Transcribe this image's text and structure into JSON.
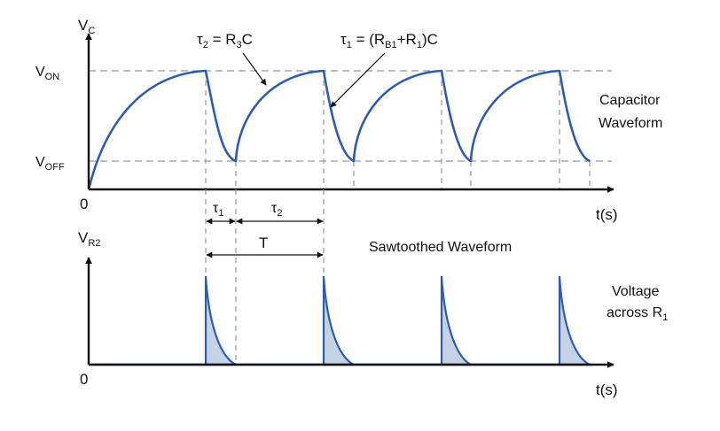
{
  "colors": {
    "curve": "#2f5dab",
    "axis": "#111111",
    "dashed": "#9a9a9a",
    "pulse_fill": "#c5d3e6",
    "baseline": "#2f5dab"
  },
  "top_graph": {
    "y_axis_label": {
      "main": "V",
      "sub": "C"
    },
    "v_on_label": {
      "main": "V",
      "sub": "ON"
    },
    "v_off_label": {
      "main": "V",
      "sub": "OFF"
    },
    "origin_label": "0",
    "x_axis_label": "t(s)",
    "tau2_formula": {
      "prefix": "τ",
      "prefix_sub": "2",
      "mid": " = R",
      "mid_sub": "3",
      "tail": "C"
    },
    "tau1_formula": {
      "prefix": "τ",
      "prefix_sub": "1",
      "a": " = (R",
      "a_sub": "B1",
      "b": "+R",
      "b_sub": "1",
      "c": ")C"
    },
    "caption_line1": "Capacitor",
    "caption_line2": "Waveform"
  },
  "timing": {
    "tau1_label": {
      "main": "τ",
      "sub": "1"
    },
    "tau2_label": {
      "main": "τ",
      "sub": "2"
    },
    "period_label": "T"
  },
  "bottom_graph": {
    "y_axis_label": {
      "main": "V",
      "sub": "R2"
    },
    "origin_label": "0",
    "x_axis_label": "t(s)",
    "title": "Sawtoothed Waveform",
    "caption_line1": "Voltage",
    "caption_line2": {
      "main": "across R",
      "sub": "1"
    }
  }
}
